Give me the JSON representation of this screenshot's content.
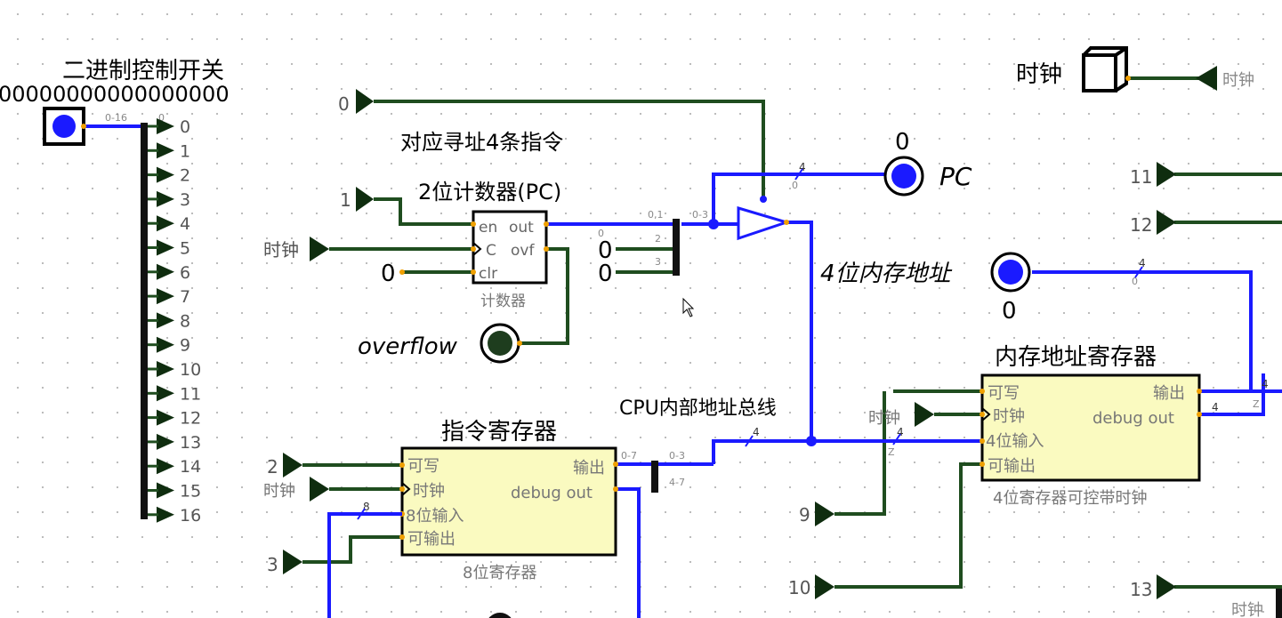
{
  "colors": {
    "wire_bus": "#1a1aff",
    "wire_single": "#1f4d1f",
    "component_fill": "#fafac0",
    "pin_dark": "#0f2d0f",
    "led_fill": "#1e3d1e",
    "port_dot": "#f0a000"
  },
  "switch_panel": {
    "title": "二进制控制开关",
    "value": "00000000000000000",
    "bus_label": "0-16",
    "split_label": "0",
    "bits": [
      "0",
      "1",
      "2",
      "3",
      "4",
      "5",
      "6",
      "7",
      "8",
      "9",
      "10",
      "11",
      "12",
      "13",
      "14",
      "15",
      "16"
    ]
  },
  "headings": {
    "addressing": "对应寻址4条指令",
    "counter_title": "2位计数器(PC)",
    "bus_title": "CPU内部地址总线",
    "mar_title": "内存地址寄存器",
    "ir_title": "指令寄存器"
  },
  "inputs": {
    "en_top": "0",
    "en_counter": "1",
    "clk": "时钟",
    "clr": "0",
    "splitter_const_a": "0",
    "splitter_const_b": "0",
    "ir_write": "2",
    "ir_clk": "时钟",
    "ir_out": "3",
    "mar_clk": "时钟",
    "mar_write": "9",
    "mar_out": "10",
    "right_11": "11",
    "right_12": "12",
    "right_13": "13",
    "bottom_clk": "时钟"
  },
  "counter": {
    "pins": [
      "en",
      "out",
      "C",
      "ovf",
      "clr"
    ],
    "caption": "计数器",
    "overflow_label": "overflow"
  },
  "splitter_pc": {
    "labels": [
      "0",
      "0,1",
      "0-3",
      "2",
      "3"
    ]
  },
  "pc_probe": {
    "value": "0",
    "label": "PC",
    "width": "4",
    "bit": "0"
  },
  "mem_addr_probe": {
    "label": "4位内存地址",
    "value": "0",
    "width": "4",
    "bit": "0"
  },
  "clock": {
    "label": "时钟",
    "tunnel": "时钟"
  },
  "mar": {
    "left_pins": [
      "可写",
      "时钟",
      "4位输入",
      "可输出"
    ],
    "right_pins": [
      "输出",
      "debug out"
    ],
    "caption": "4位寄存器可控带时钟",
    "out_width_a": "4",
    "out_width_b": "4",
    "z_label": "Z",
    "in_width": "4",
    "in_z": "Z"
  },
  "ir": {
    "left_pins": [
      "可写",
      "时钟",
      "8位输入",
      "可输出"
    ],
    "right_pins": [
      "输出",
      "debug out"
    ],
    "caption": "8位寄存器",
    "in_width": "8",
    "split_labels": [
      "0-7",
      "0-3",
      "4-7"
    ]
  },
  "bus": {
    "width": "4"
  }
}
